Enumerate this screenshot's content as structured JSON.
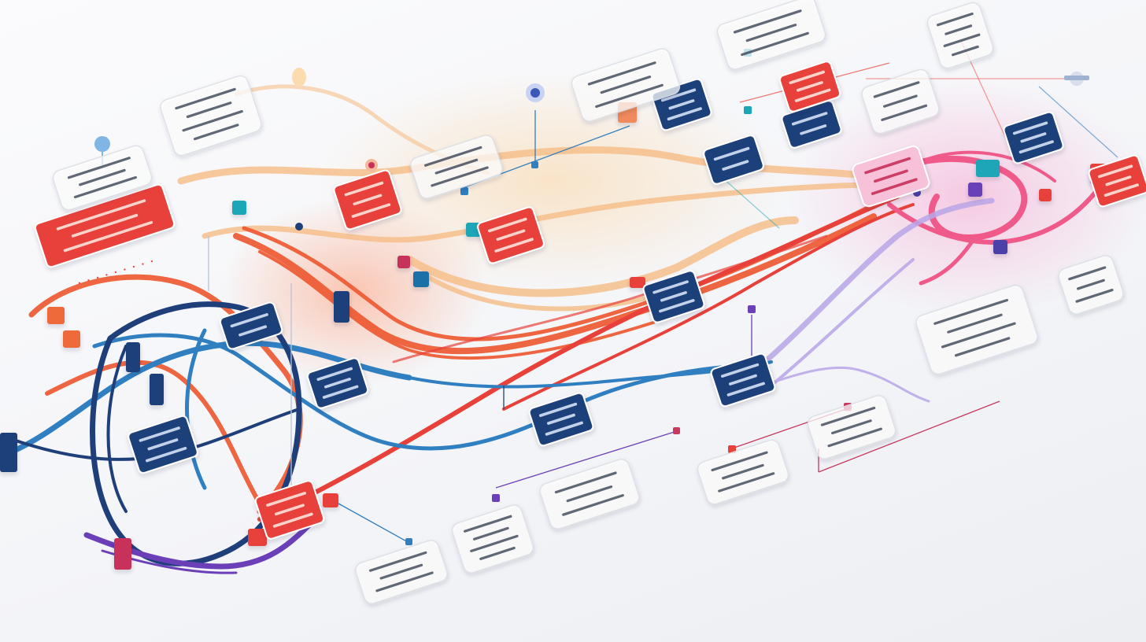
{
  "diagram": {
    "caption": "",
    "colors": {
      "background": "#f4f5f8",
      "navy": "#1f3f7a",
      "blue": "#2f7fc1",
      "orange": "#ee5a32",
      "peach": "#f6c08c",
      "red": "#e8413a",
      "pink": "#f05a8a",
      "purple": "#6b3fb8",
      "lavender": "#b9a6e8",
      "teal": "#1aa6b7",
      "callout_border": "#d9dde4",
      "callout_fill": "#ffffff"
    },
    "flows": [
      {
        "name": "navy-loop",
        "color": "navy"
      },
      {
        "name": "blue-stream",
        "color": "blue"
      },
      {
        "name": "orange-stream",
        "color": "orange"
      },
      {
        "name": "peach-stream",
        "color": "peach"
      },
      {
        "name": "red-stream",
        "color": "red"
      },
      {
        "name": "pink-stream",
        "color": "pink"
      },
      {
        "name": "purple-stream",
        "color": "purple"
      },
      {
        "name": "lavender-stream",
        "color": "lavender"
      }
    ],
    "nodes": [
      {
        "kind": "navy-card"
      },
      {
        "kind": "navy-card"
      },
      {
        "kind": "navy-card"
      },
      {
        "kind": "navy-card"
      },
      {
        "kind": "navy-card"
      },
      {
        "kind": "navy-card"
      },
      {
        "kind": "navy-card"
      },
      {
        "kind": "navy-card"
      },
      {
        "kind": "navy-card"
      },
      {
        "kind": "navy-card"
      },
      {
        "kind": "orange-card"
      },
      {
        "kind": "orange-card"
      },
      {
        "kind": "orange-card"
      },
      {
        "kind": "orange-card"
      },
      {
        "kind": "orange-card"
      },
      {
        "kind": "orange-card"
      },
      {
        "kind": "pink-card"
      },
      {
        "kind": "callout"
      },
      {
        "kind": "callout"
      },
      {
        "kind": "callout"
      },
      {
        "kind": "callout"
      },
      {
        "kind": "callout"
      },
      {
        "kind": "callout"
      },
      {
        "kind": "callout"
      },
      {
        "kind": "callout"
      },
      {
        "kind": "callout"
      },
      {
        "kind": "callout"
      },
      {
        "kind": "callout"
      },
      {
        "kind": "callout"
      },
      {
        "kind": "callout"
      },
      {
        "kind": "callout"
      }
    ]
  }
}
